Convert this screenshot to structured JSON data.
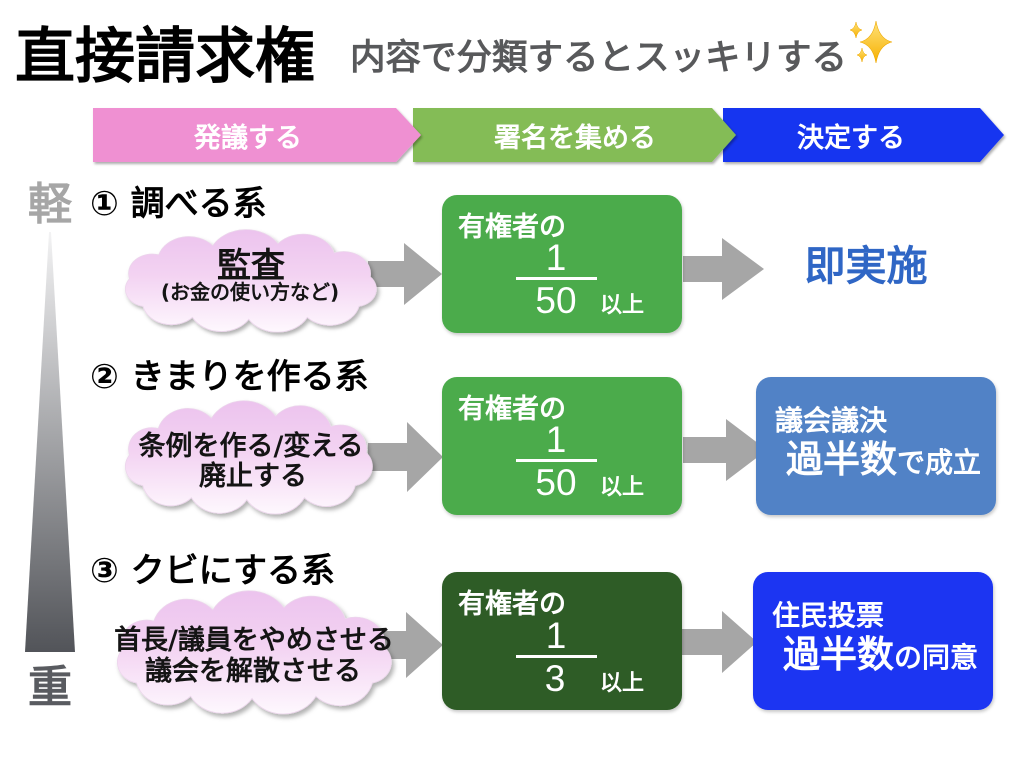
{
  "header": {
    "title": "直接請求権",
    "subtitle": "内容で分類するとスッキリする",
    "subtitle_icon": "sparkles-icon"
  },
  "steps": [
    {
      "label": "発議する",
      "color": "#ef90d2"
    },
    {
      "label": "署名を集める",
      "color": "#84bc56"
    },
    {
      "label": "決定する",
      "color": "#1734f0"
    }
  ],
  "severity_scale": {
    "top_label": "軽",
    "bottom_label": "重"
  },
  "arrow_color": "#a6a6a6",
  "rows": [
    {
      "heading": "① 調べる系",
      "request": {
        "lines": [
          "監査",
          "(お金の使い方など)"
        ]
      },
      "signatures": {
        "prefix": "有権者の",
        "numerator": 1,
        "denominator": 50,
        "suffix": "以上",
        "color": "#4cab4c"
      },
      "decision": {
        "text": "即実施",
        "color": "#2f66c5"
      }
    },
    {
      "heading": "② きまりを作る系",
      "request": {
        "lines": [
          "条例を作る/変える",
          "廃止する"
        ]
      },
      "signatures": {
        "prefix": "有権者の",
        "numerator": 1,
        "denominator": 50,
        "suffix": "以上",
        "color": "#4cab4c"
      },
      "decision": {
        "title": "議会議決",
        "emphasis": "過半数",
        "rest": "で成立",
        "color": "#5182c6"
      }
    },
    {
      "heading": "③ クビにする系",
      "request": {
        "lines": [
          "首長/議員をやめさせる",
          "議会を解散させる"
        ]
      },
      "signatures": {
        "prefix": "有権者の",
        "numerator": 1,
        "denominator": 3,
        "suffix": "以上",
        "color": "#2e5c27"
      },
      "decision": {
        "title": "住民投票",
        "emphasis": "過半数",
        "rest": "の同意",
        "color": "#1b35f2"
      }
    }
  ]
}
